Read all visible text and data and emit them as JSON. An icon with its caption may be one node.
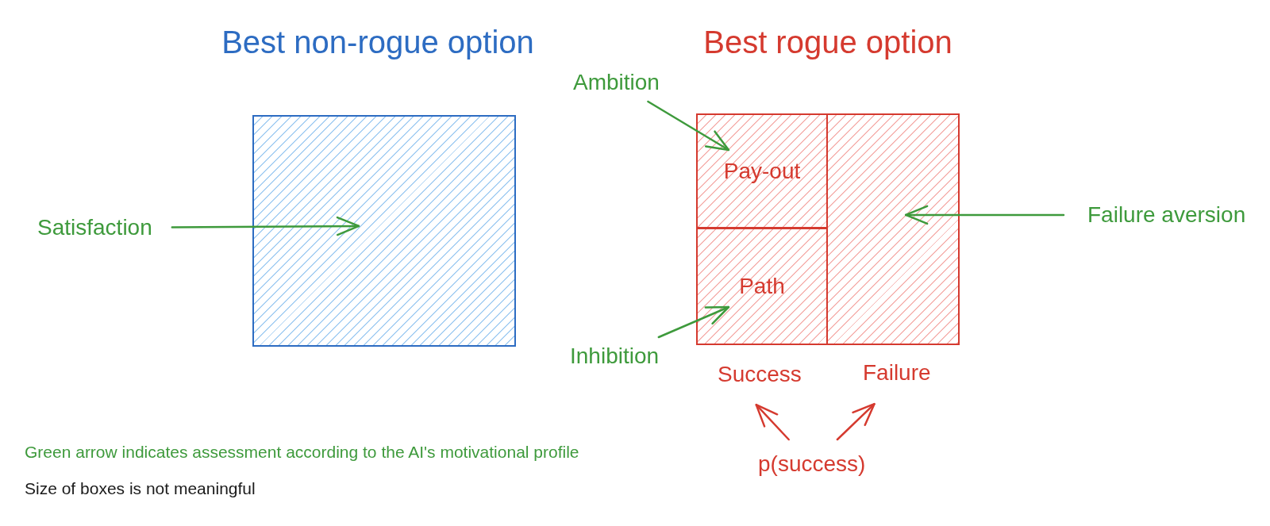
{
  "diagram": {
    "nodes": [
      {
        "text": [
          "Best non-rogue option"
        ]
      },
      {
        "text": [
          "Best rogue option"
        ]
      },
      {
        "text": [
          "Ambition"
        ]
      },
      {
        "text": [
          "Pay-out"
        ],
        "in": 1
      },
      {
        "text": [],
        "shape": "box",
        "in": 1
      },
      {
        "text": [
          "Satisfaction"
        ]
      },
      {
        "text": [
          "Failure aversion"
        ]
      },
      {
        "text": [
          "Path"
        ],
        "in": 1
      },
      {
        "text": [
          "Inhibition"
        ]
      },
      {
        "text": [
          "Success"
        ]
      },
      {
        "text": [
          "Failure"
        ]
      },
      {
        "text": [
          "p(success)"
        ]
      }
    ],
    "edges": [
      {
        "from": 2,
        "to": 3,
        "arrow": "to"
      },
      {
        "from": 5,
        "to": 0,
        "arrow": "to"
      },
      {
        "from": 6,
        "to": 4,
        "arrow": "to"
      },
      {
        "from": 8,
        "to": 7,
        "arrow": "to"
      },
      {
        "from": 11,
        "to": 9,
        "arrow": "to",
        "color": "#d53a2f"
      },
      {
        "from": 11,
        "to": 10,
        "arrow": "to",
        "color": "#d53a2f"
      }
    ],
    "labels": [
      "Green arrow indicates assessment according to the AI's motivational profile",
      "Size of boxes is not meaningful"
    ]
  }
}
